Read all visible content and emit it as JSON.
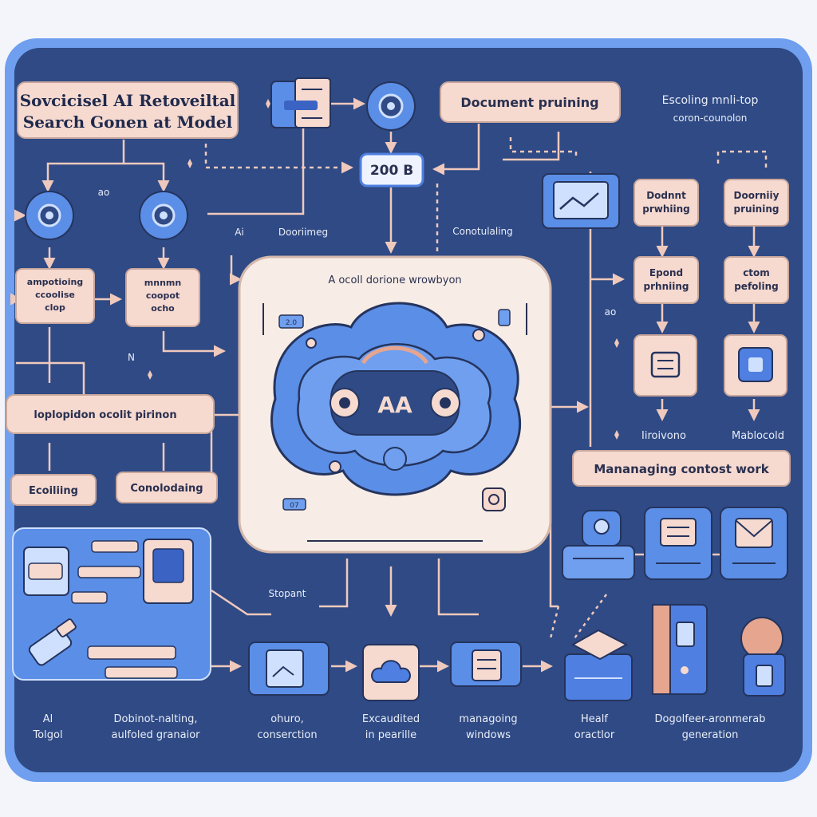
{
  "title": {
    "line1": "Sovcicisel AI Retoveiltal",
    "line2": "Search Gonen at Model"
  },
  "top": {
    "document_pruning": "Document pruining",
    "cache_badge": "200 B",
    "escaling_line1": "Escoling mnli-top",
    "escaling_line2": "coron-counolon"
  },
  "left": {
    "ao": "ao",
    "left_box_line1": "ampotioing",
    "left_box_line2": "ccoolise",
    "left_box_line3": "clop",
    "right_box_line1": "mnnmn",
    "right_box_line2": "coopot",
    "right_box_line3": "ocho",
    "ai_label": "Ai",
    "docring_label": "Dooriimeg",
    "n_label": "N",
    "exploration": "loplopidon ocolit pirinon",
    "escaling": "Ecoiliing",
    "consolidating": "Conolodaing"
  },
  "center": {
    "caption": "A ocoll dorione wrowbyon",
    "badge_left_top": "2.0",
    "badge_left_bottom": "07",
    "core_text": "AA",
    "consolidating_label": "Conotulaling"
  },
  "right": {
    "col1_top_line1": "Dodnnt",
    "col1_top_line2": "prwhiing",
    "col2_top_line1": "Doorniiy",
    "col2_top_line2": "pruining",
    "col1_mid_line1": "Epond",
    "col1_mid_line2": "prhniing",
    "col2_mid_line1": "ctom",
    "col2_mid_line2": "pefoling",
    "ao_label": "ao",
    "col1_bottom": "Iiroivono",
    "col2_bottom": "Mablocold",
    "managing": "Mananaging contost work"
  },
  "bottom": {
    "stopant": "Stopant",
    "ai_tool_line1": "Al",
    "ai_tool_line2": "Tolgol",
    "doc_line1": "Dobinot-nalting,",
    "doc_line2": "aulfoled granaior",
    "struct_line1": "ohuro,",
    "struct_line2": "conserction",
    "exec_line1": "Excaudited",
    "exec_line2": "in pearille",
    "windows_line1": "managoing",
    "windows_line2": "windows",
    "health_line1": "Healf",
    "health_line2": "oractlor",
    "degen_line1": "Dogolfeer-aronmerab",
    "degen_line2": "generation"
  },
  "colors": {
    "panel": "#2f4a84",
    "frame": "#5b8ee6",
    "box": "#f6d9cf",
    "accent_blue": "#4f7fe0",
    "peach": "#e6a58f"
  },
  "icons": [
    "document-icon",
    "eye-node-icon",
    "monitor-icon",
    "chat-icon",
    "brain-core-icon",
    "server-icon",
    "robot-icon",
    "mail-icon",
    "gear-icon"
  ]
}
